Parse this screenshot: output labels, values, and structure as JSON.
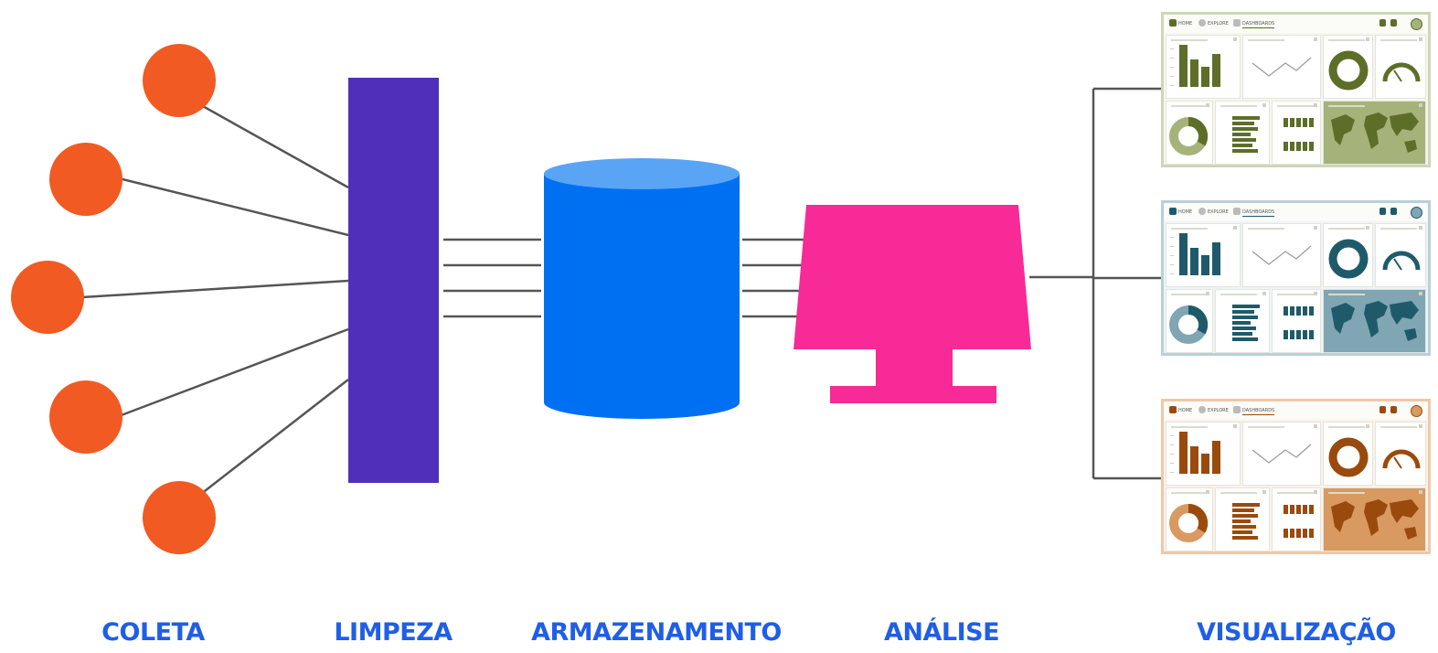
{
  "stages": [
    {
      "key": "coleta",
      "label": "COLETA"
    },
    {
      "key": "limpeza",
      "label": "LIMPEZA"
    },
    {
      "key": "armazenamento",
      "label": "ARMAZENAMENTO"
    },
    {
      "key": "analise",
      "label": "ANÁLISE"
    },
    {
      "key": "visualizacao",
      "label": "VISUALIZAÇÃO"
    }
  ],
  "colors": {
    "label_blue": "#1f5ee6",
    "source_orange": "#f15a22",
    "cleaning_purple": "#5030bb",
    "storage_blue": "#0070f3",
    "storage_top": "#5aa4f5",
    "analysis_pink": "#f72a98",
    "line_gray": "#555555"
  },
  "dashboards": [
    {
      "theme": "green",
      "accent": "#5c6e28",
      "light": "#a5b37a",
      "border": "#cfd6b8",
      "bg": "#f6f7ee"
    },
    {
      "theme": "teal",
      "accent": "#1f5a6a",
      "light": "#7fa6b2",
      "border": "#b8d0d8",
      "bg": "#eef4f6"
    },
    {
      "theme": "orange",
      "accent": "#9a4a0c",
      "light": "#d89a60",
      "border": "#f0c8a8",
      "bg": "#fcf2ea"
    }
  ],
  "dashboard_nav": {
    "home": "HOME",
    "explore": "EXPLORE",
    "dashboards": "DASHBOARDS"
  },
  "icons": {
    "source": "circle-icon",
    "database": "cylinder-icon",
    "monitor": "monitor-icon",
    "dashboard": "dashboard-icon"
  }
}
